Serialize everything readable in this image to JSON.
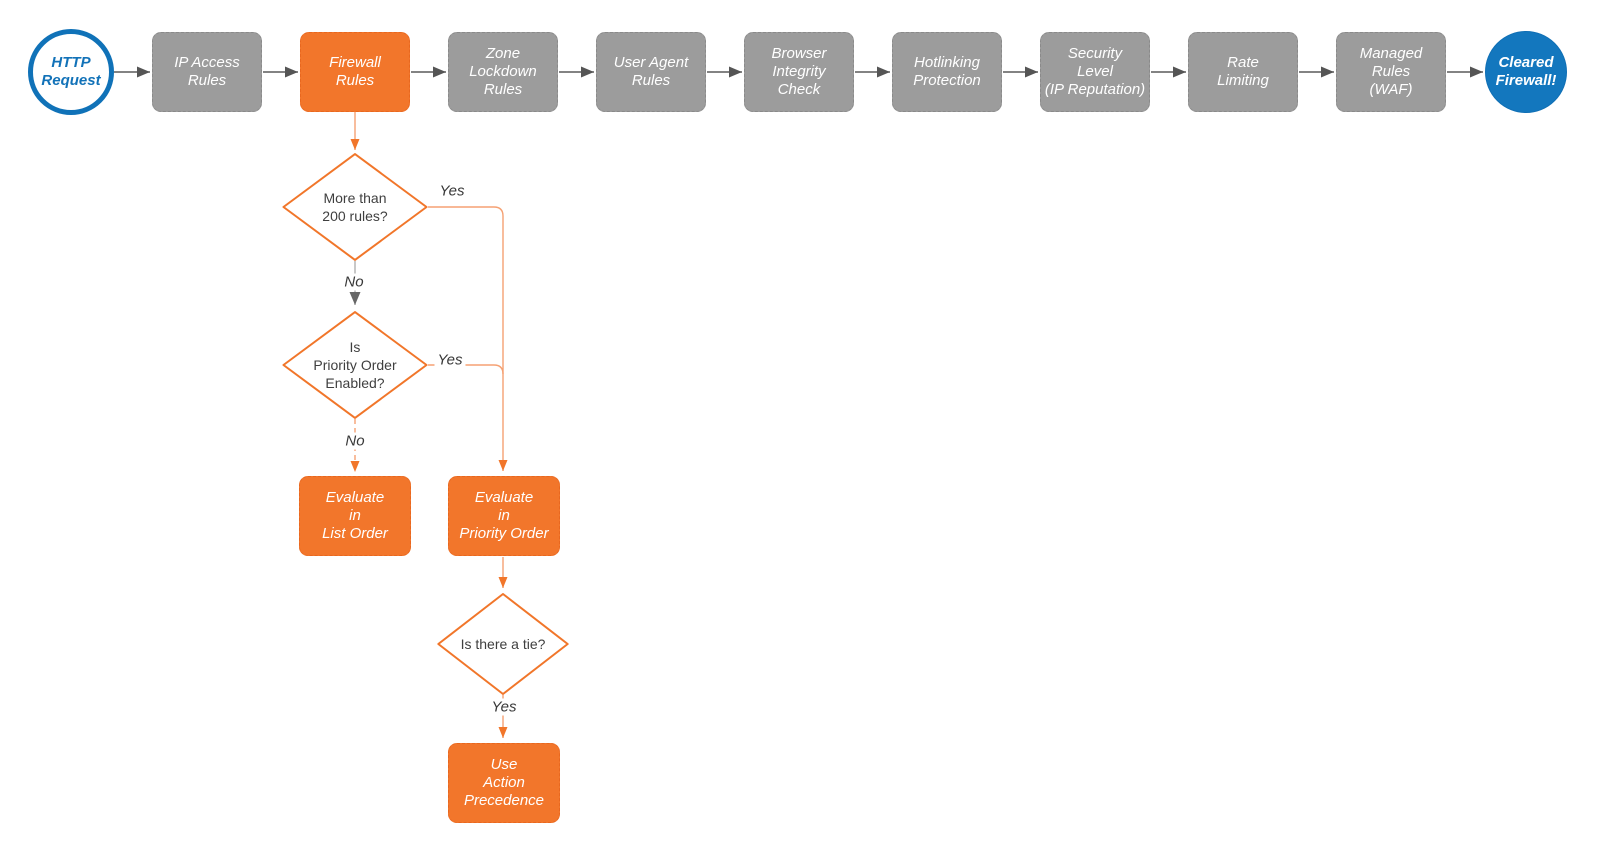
{
  "colors": {
    "accent_orange": "#f2762b",
    "arrow_orange": "#f1762a",
    "line_orange": "#f5a173",
    "node_gray": "#9c9c9c",
    "arrow_gray": "#5a5a5a",
    "accent_blue": "#1377be"
  },
  "flowchart": {
    "start": {
      "label": "HTTP\nRequest"
    },
    "pipeline": [
      {
        "label": "IP Access\nRules"
      },
      {
        "label": "Firewall\nRules",
        "highlight": true
      },
      {
        "label": "Zone\nLockdown\nRules"
      },
      {
        "label": "User Agent\nRules"
      },
      {
        "label": "Browser\nIntegrity\nCheck"
      },
      {
        "label": "Hotlinking\nProtection"
      },
      {
        "label": "Security\nLevel\n(IP Reputation)"
      },
      {
        "label": "Rate\nLimiting"
      },
      {
        "label": "Managed\nRules\n(WAF)"
      }
    ],
    "end": {
      "label": "Cleared\nFirewall!"
    },
    "decisions": [
      {
        "label": "More than\n200 rules?",
        "yes": "Yes",
        "no": "No"
      },
      {
        "label": "Is\nPriority Order\nEnabled?",
        "yes": "Yes",
        "no": "No"
      },
      {
        "label": "Is there a tie?",
        "yes": "Yes"
      }
    ],
    "outcomes": [
      {
        "label": "Evaluate\nin\nList Order"
      },
      {
        "label": "Evaluate\nin\nPriority Order"
      },
      {
        "label": "Use\nAction\nPrecedence"
      }
    ]
  }
}
